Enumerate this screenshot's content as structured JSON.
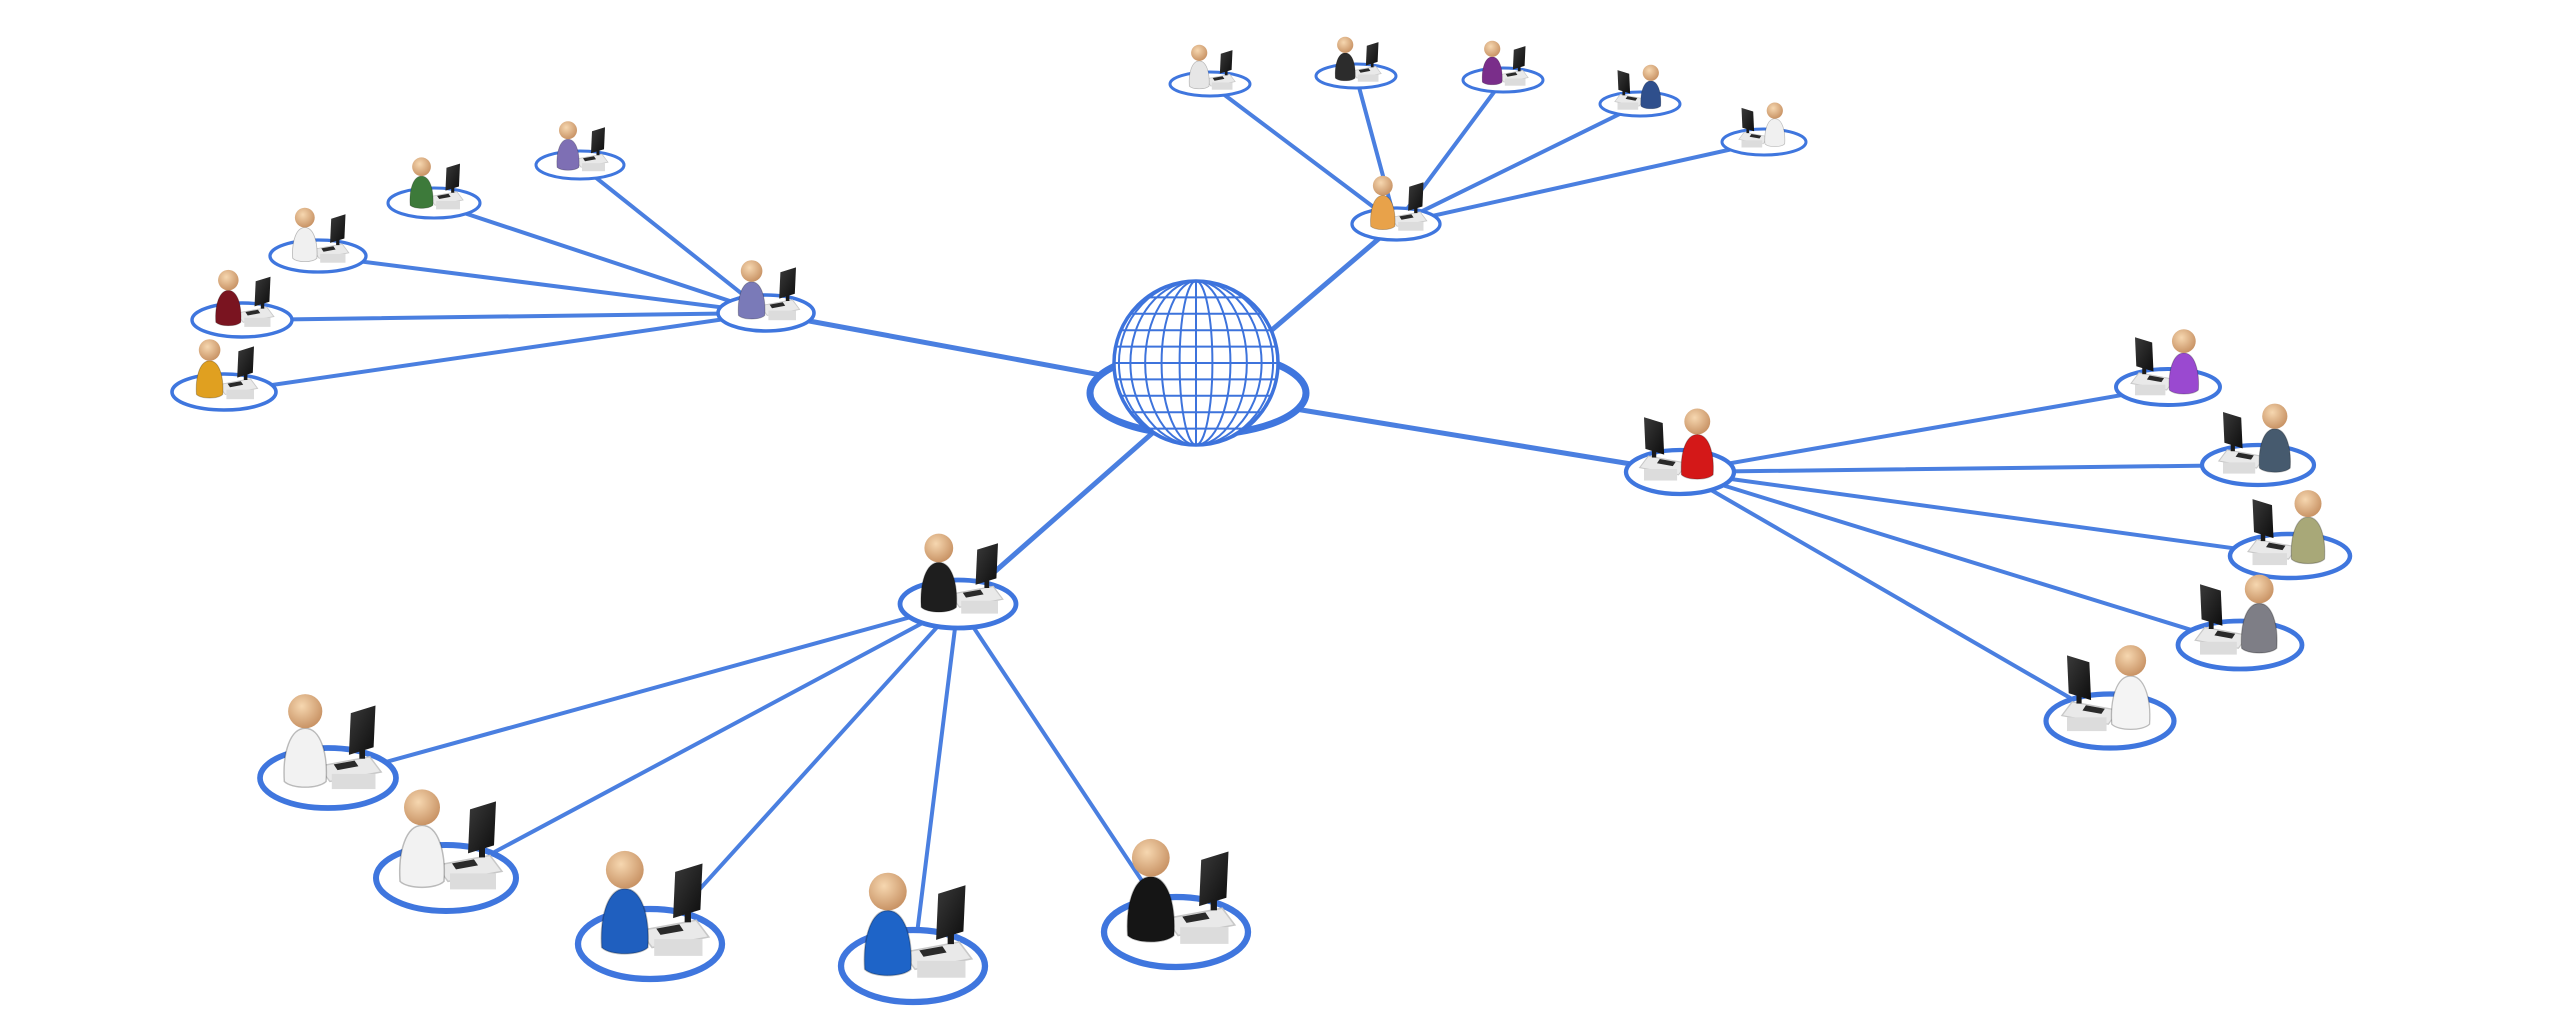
{
  "scene": {
    "description_visible_text": "",
    "line_color": "#4a7fe0",
    "ring_color": "#3f76de",
    "disc_color": "#ffffff",
    "globe_color": "#3d73dc",
    "center_icon": "globe-icon",
    "hubs": [
      {
        "name": "hub-top",
        "shirt": "#e8a24a",
        "icon": "person-computer-icon",
        "leaves": [
          {
            "shirt": "#e6e6e6"
          },
          {
            "shirt": "#2c2c2c"
          },
          {
            "shirt": "#7a2e8a"
          },
          {
            "shirt": "#2f4f8c"
          },
          {
            "shirt": "#f0f0f0"
          }
        ]
      },
      {
        "name": "hub-left",
        "shirt": "#7a7ab8",
        "icon": "person-computer-icon",
        "leaves": [
          {
            "shirt": "#7e6fb4"
          },
          {
            "shirt": "#3d7a3a"
          },
          {
            "shirt": "#f0f0f0"
          },
          {
            "shirt": "#7a1420"
          },
          {
            "shirt": "#e0a020"
          }
        ]
      },
      {
        "name": "hub-right",
        "shirt": "#d41818",
        "icon": "person-computer-icon",
        "leaves": [
          {
            "shirt": "#9a49d0"
          },
          {
            "shirt": "#465a6e"
          },
          {
            "shirt": "#a8a878"
          },
          {
            "shirt": "#7e7e86"
          },
          {
            "shirt": "#f4f4f4"
          }
        ]
      },
      {
        "name": "hub-bottom",
        "shirt": "#1e1e1e",
        "icon": "person-computer-icon",
        "leaves": [
          {
            "shirt": "#f2f2f2"
          },
          {
            "shirt": "#f2f2f2"
          },
          {
            "shirt": "#1f5fbf"
          },
          {
            "shirt": "#1e64c8"
          },
          {
            "shirt": "#151515"
          }
        ]
      }
    ]
  }
}
